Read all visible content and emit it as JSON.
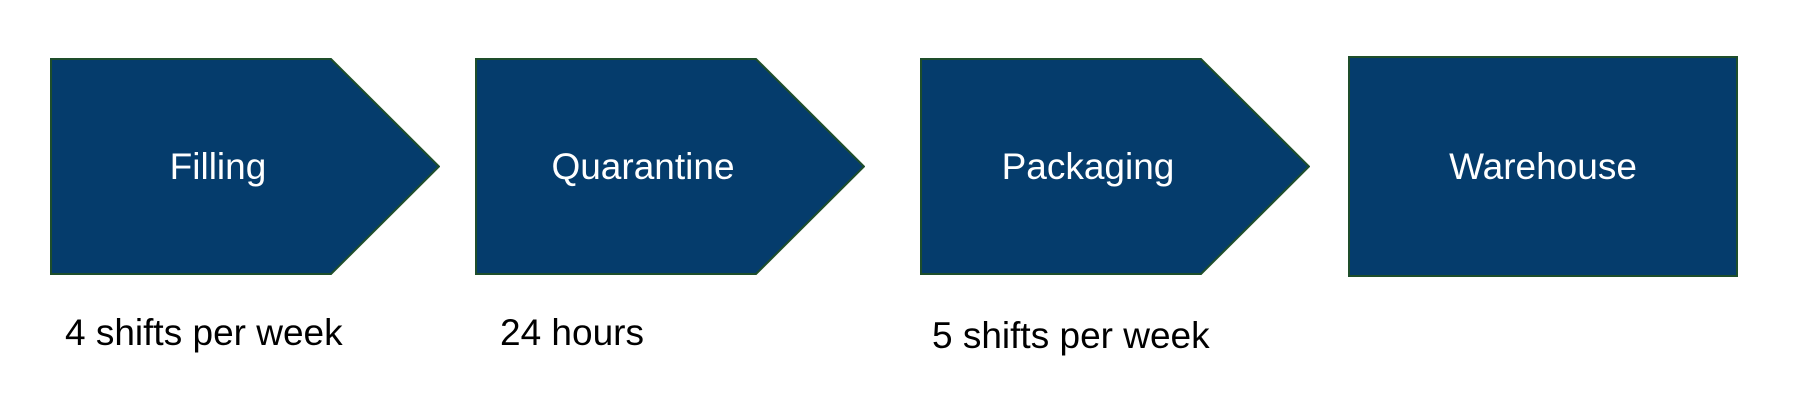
{
  "diagram": {
    "type": "process-flow",
    "direction": "left-to-right",
    "stages": [
      {
        "label": "Filling",
        "caption": "4 shifts per week",
        "shape": "arrow-pentagon"
      },
      {
        "label": "Quarantine",
        "caption": "24 hours",
        "shape": "arrow-pentagon"
      },
      {
        "label": "Packaging",
        "caption": "5 shifts per week",
        "shape": "arrow-pentagon"
      },
      {
        "label": "Warehouse",
        "caption": "",
        "shape": "rectangle"
      }
    ]
  },
  "colors": {
    "shape_fill": "#053c6c",
    "shape_border": "#1e4e2b",
    "label_text": "#ffffff",
    "caption_text": "#000000",
    "background": "#ffffff"
  }
}
